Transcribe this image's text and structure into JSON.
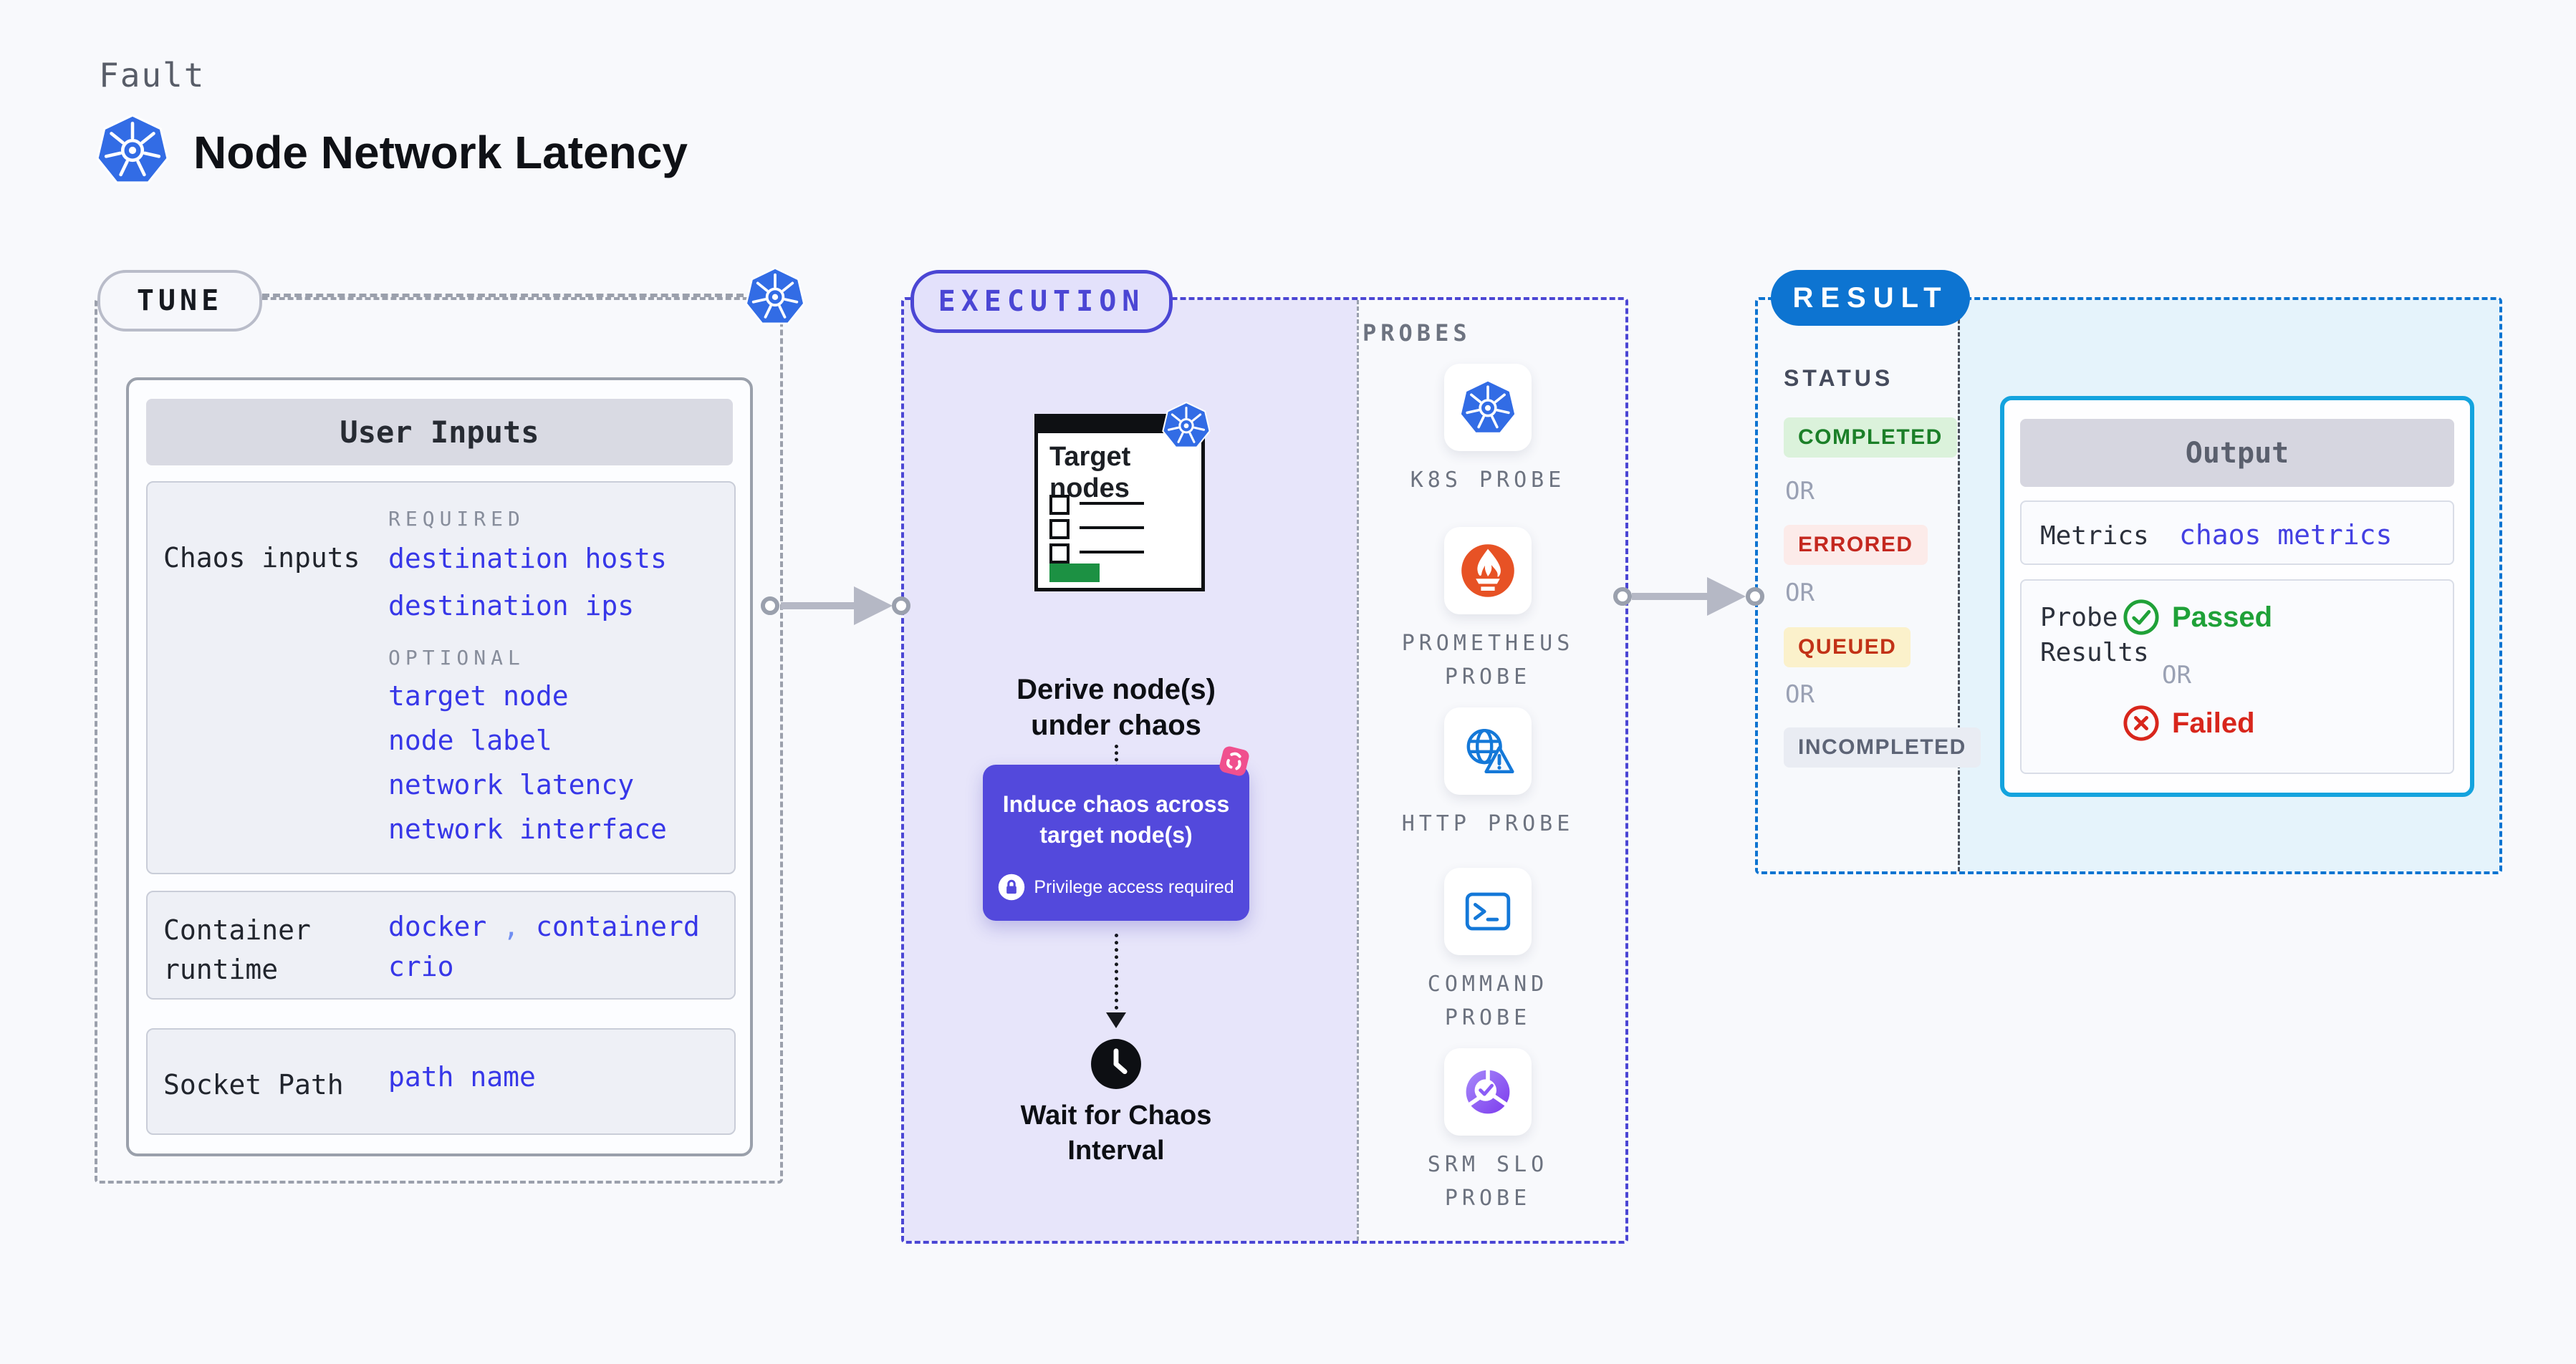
{
  "header": {
    "fault_label": "Fault",
    "title": "Node Network Latency",
    "title_icon": "kubernetes-icon"
  },
  "tune": {
    "label": "TUNE",
    "corner_icon": "kubernetes-icon",
    "user_inputs": {
      "title": "User Inputs",
      "chaos_inputs": {
        "label": "Chaos inputs",
        "required_label": "REQUIRED",
        "required": [
          "destination hosts",
          "destination ips"
        ],
        "optional_label": "OPTIONAL",
        "optional": [
          "target node",
          "node label",
          "network latency",
          "network interface"
        ]
      },
      "container_runtime": {
        "label": "Container runtime",
        "separator": ",",
        "values": [
          "docker",
          "containerd",
          "crio"
        ]
      },
      "socket_path": {
        "label": "Socket Path",
        "value": "path name"
      }
    }
  },
  "execution": {
    "label": "EXECUTION",
    "target_nodes": {
      "title": "Target nodes",
      "badge_icon": "kubernetes-icon"
    },
    "derive_label": "Derive node(s) under chaos",
    "induce": {
      "label": "Induce chaos across target node(s)",
      "privilege_label": "Privilege access required",
      "lock_icon": "lock-icon",
      "corner_icon": "chaos-spark-icon"
    },
    "wait_label": "Wait for Chaos Interval",
    "wait_icon": "clock-icon",
    "probes": {
      "label": "PROBES",
      "items": [
        {
          "icon": "kubernetes-icon",
          "label": "K8S PROBE"
        },
        {
          "icon": "prometheus-icon",
          "label": "PROMETHEUS PROBE"
        },
        {
          "icon": "globe-alert-icon",
          "label": "HTTP PROBE"
        },
        {
          "icon": "terminal-icon",
          "label": "COMMAND PROBE"
        },
        {
          "icon": "slo-check-icon",
          "label": "SRM SLO PROBE"
        }
      ]
    }
  },
  "result": {
    "label": "RESULT",
    "status": {
      "heading": "STATUS",
      "or_label": "OR",
      "badges": [
        {
          "text": "COMPLETED",
          "bg": "#dbf2db",
          "color": "#1b7f28"
        },
        {
          "text": "ERRORED",
          "bg": "#fcebe9",
          "color": "#c4281f"
        },
        {
          "text": "QUEUED",
          "bg": "#fbf1cb",
          "color": "#c23217"
        },
        {
          "text": "INCOMPLETED",
          "bg": "#e9ecf3",
          "color": "#5d6476"
        }
      ]
    },
    "output": {
      "title": "Output",
      "metrics_label": "Metrics",
      "metrics_value": "chaos metrics",
      "probe_results_label": "Probe Results",
      "passed_icon": "check-circle-icon",
      "passed_label": "Passed",
      "or_label": "OR",
      "failed_icon": "x-circle-icon",
      "failed_label": "Failed"
    }
  },
  "colors": {
    "page_bg": "#f8f9fc",
    "kubernetes_blue": "#326ce5",
    "indigo_accent": "#4b46d4",
    "induce_bg": "#5349dc",
    "lavender_bg": "#e7e5fa",
    "result_blue": "#0d74d1",
    "result_panel_bg": "#e5f3fb",
    "output_border": "#14a3de",
    "link_blue": "#3737e8",
    "prometheus_orange": "#e75225",
    "probe_icon_blue": "#1478d8",
    "slo_purple": "#8b5cf6",
    "chaos_pink": "#f0508e",
    "passed_green": "#1fa138",
    "failed_red": "#d8261c",
    "target_button_green": "#1c9143"
  }
}
